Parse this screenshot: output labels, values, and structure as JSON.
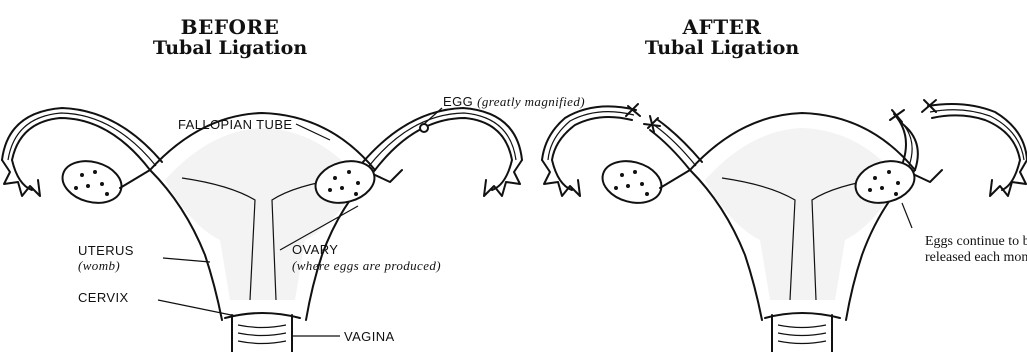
{
  "before": {
    "title_line1": "BEFORE",
    "title_line2": "Tubal Ligation",
    "labels": {
      "egg": "EGG",
      "egg_note": "(greatly magnified)",
      "fallopian_tube": "FALLOPIAN TUBE",
      "uterus": "UTERUS",
      "uterus_note": "(womb)",
      "ovary": "OVARY",
      "ovary_note": "(where eggs are produced)",
      "cervix": "CERVIX",
      "vagina": "VAGINA"
    }
  },
  "after": {
    "title_line1": "AFTER",
    "title_line2": "Tubal Ligation",
    "note_line1": "Eggs continue to be",
    "note_line2": "released each month"
  },
  "colors": {
    "ink": "#111111",
    "background": "#ffffff"
  }
}
